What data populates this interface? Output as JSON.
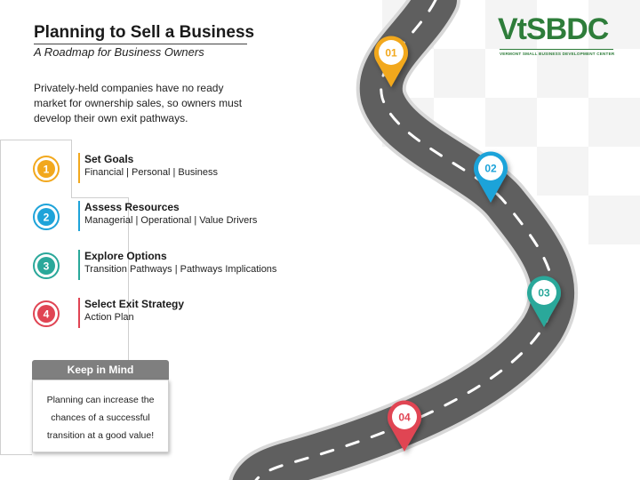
{
  "header": {
    "title": "Planning to Sell a Business",
    "subtitle": "A Roadmap for Business Owners"
  },
  "intro": "Privately-held companies have no ready market for ownership sales, so owners must develop their own exit pathways.",
  "steps": [
    {
      "number": "1",
      "title": "Set Goals",
      "description": "Financial | Personal | Business",
      "color": "#f2a81d"
    },
    {
      "number": "2",
      "title": "Assess Resources",
      "description": "Managerial | Operational | Value Drivers",
      "color": "#1ea3d9"
    },
    {
      "number": "3",
      "title": "Explore Options",
      "description": "Transition Pathways | Pathways Implications",
      "color": "#2aa89a"
    },
    {
      "number": "4",
      "title": "Select Exit Strategy",
      "description": "Action Plan",
      "color": "#e04453"
    }
  ],
  "keep_in_mind": {
    "header": "Keep in Mind",
    "body": "Planning can increase the chances of a successful transition at a good value!"
  },
  "pins": [
    {
      "label": "01",
      "color": "#f2a81d"
    },
    {
      "label": "02",
      "color": "#1ea3d9"
    },
    {
      "label": "03",
      "color": "#2aa89a"
    },
    {
      "label": "04",
      "color": "#e04453"
    }
  ],
  "logo": {
    "text": "VtSBDC",
    "tagline": "VERMONT SMALL BUSINESS DEVELOPMENT CENTER",
    "color": "#2e7d3a"
  }
}
